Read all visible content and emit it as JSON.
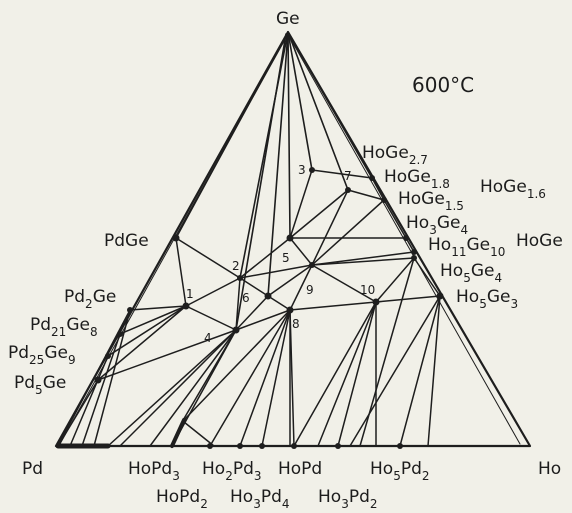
{
  "temperature": "600°C",
  "vertices": {
    "top": "Ge",
    "left": "Pd",
    "right": "Ho"
  },
  "right_side_phases": [
    {
      "main": "HoGe",
      "sub": "2.7"
    },
    {
      "main": "HoGe",
      "sub": "1.8"
    },
    {
      "main": "HoGe",
      "sub": "1.5"
    },
    {
      "main": "Ho",
      "sub": "3",
      "main2": "Ge",
      "sub2": "4"
    },
    {
      "main": "Ho",
      "sub": "11",
      "main2": "Ge",
      "sub2": "10"
    },
    {
      "main": "Ho",
      "sub": "5",
      "main2": "Ge",
      "sub2": "4"
    },
    {
      "main": "Ho",
      "sub": "5",
      "main2": "Ge",
      "sub2": "3"
    }
  ],
  "outside_phases": [
    {
      "main": "HoGe",
      "sub": "1.6"
    },
    {
      "main": "HoGe",
      "sub": ""
    }
  ],
  "left_side_phases": [
    {
      "main": "PdGe",
      "sub": ""
    },
    {
      "main": "Pd",
      "sub": "2",
      "main2": "Ge",
      "sub2": ""
    },
    {
      "main": "Pd",
      "sub": "21",
      "main2": "Ge",
      "sub2": "8"
    },
    {
      "main": "Pd",
      "sub": "25",
      "main2": "Ge",
      "sub2": "9"
    },
    {
      "main": "Pd",
      "sub": "5",
      "main2": "Ge",
      "sub2": ""
    }
  ],
  "bottom_phases": [
    {
      "main": "HoPd",
      "sub": "3",
      "main2": "",
      "sub2": ""
    },
    {
      "main": "Ho",
      "sub": "2",
      "main2": "Pd",
      "sub2": "3"
    },
    {
      "main": "HoPd",
      "sub": "",
      "main2": "",
      "sub2": ""
    },
    {
      "main": "Ho",
      "sub": "5",
      "main2": "Pd",
      "sub2": "2"
    },
    {
      "main": "HoPd",
      "sub": "2",
      "main2": "",
      "sub2": ""
    },
    {
      "main": "Ho",
      "sub": "3",
      "main2": "Pd",
      "sub2": "4"
    },
    {
      "main": "Ho",
      "sub": "3",
      "main2": "Pd",
      "sub2": "2"
    }
  ],
  "ternary_points": [
    "1",
    "2",
    "3",
    "4",
    "5",
    "6",
    "7",
    "8",
    "9",
    "10"
  ]
}
